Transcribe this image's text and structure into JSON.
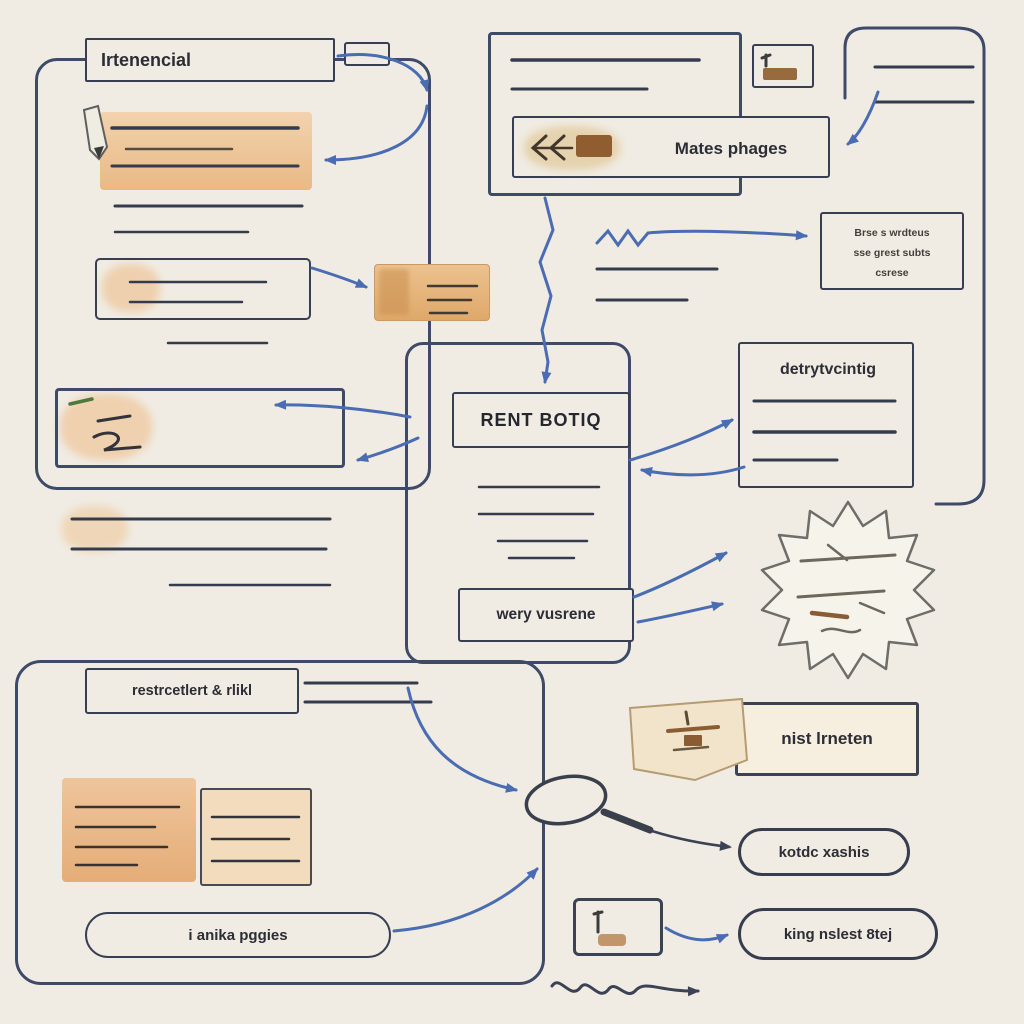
{
  "diagram": {
    "colors": {
      "background": "#f0ece3",
      "ink": "#3d4a68",
      "arrow_blue": "#4a6cb3",
      "peach": "#eec59c",
      "brown_icon": "#8f5d30"
    },
    "labels": {
      "top_left": "Irtenencial",
      "mates": "Mates phages",
      "note_line1": "Brse s wrdteus",
      "note_line2": "sse grest subts",
      "note_line3": "csrese",
      "detail": "detrytvcintig",
      "center_title": "RENT BOTIQ",
      "center_sub": "wery vusrene",
      "left_tag": "restrcetlert & rlikl",
      "bottom_tag": "i anika pggies",
      "right_tag": "nist lrneten",
      "pill_kotdc": "kotdc xashis",
      "pill_king": "king nslest 8tej"
    },
    "icons": {
      "pencil": "pencil-icon",
      "magnifier": "magnifier-icon",
      "shield": "shield-icon",
      "starburst": "starburst-badge",
      "chevrons": "double-chevron-left-icon"
    }
  }
}
